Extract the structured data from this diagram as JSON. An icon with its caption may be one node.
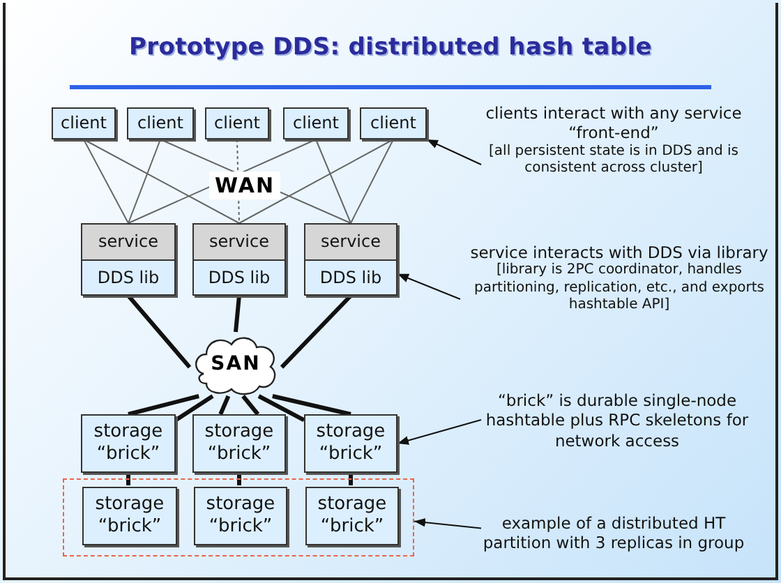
{
  "diagram": {
    "title": "Prototype DDS: distributed hash table",
    "nodes": [
      {
        "text": [
          "client"
        ]
      },
      {
        "text": [
          "client"
        ]
      },
      {
        "text": [
          "client"
        ]
      },
      {
        "text": [
          "client"
        ]
      },
      {
        "text": [
          "client"
        ]
      },
      {
        "text": [
          "service",
          "DDS lib"
        ]
      },
      {
        "text": [
          "service",
          "DDS lib"
        ]
      },
      {
        "text": [
          "service",
          "DDS lib"
        ]
      },
      {
        "text": [
          "SAN"
        ]
      },
      {
        "text": [
          "storage “brick”"
        ]
      },
      {
        "text": [
          "storage “brick”"
        ]
      },
      {
        "text": [
          "storage “brick”"
        ]
      },
      {
        "text": [],
        "shape": "box"
      },
      {
        "text": [
          "storage “brick”"
        ],
        "in": 12
      },
      {
        "text": [
          "storage “brick”"
        ],
        "in": 12
      },
      {
        "text": [
          "storage “brick”"
        ],
        "in": 12
      },
      {
        "text": [
          "clients interact with any service “front-end”",
          "[all persistent state is in DDS and is consistent across cluster]"
        ]
      },
      {
        "text": [
          "service interacts with DDS via library",
          "[library is 2PC coordinator, handles partitioning, replication, etc., and exports hashtable API]"
        ]
      },
      {
        "text": [
          "“brick” is durable single-node hashtable plus RPC skeletons for network access"
        ]
      },
      {
        "text": [
          "example of a distributed  HT partition with 3 replicas in group"
        ]
      }
    ],
    "edges": [
      {
        "from": 0,
        "to": 5,
        "arrow": "none",
        "color": "#666666"
      },
      {
        "from": 0,
        "to": 6,
        "arrow": "none",
        "color": "#666666"
      },
      {
        "from": 1,
        "to": 5,
        "arrow": "none",
        "color": "#666666"
      },
      {
        "from": 1,
        "to": 7,
        "arrow": "none",
        "color": "#666666"
      },
      {
        "from": 2,
        "to": 6,
        "arrow": "none",
        "style": "dashed",
        "color": "#666666"
      },
      {
        "from": 3,
        "to": 5,
        "arrow": "none",
        "color": "#666666"
      },
      {
        "from": 3,
        "to": 7,
        "arrow": "none",
        "color": "#666666"
      },
      {
        "from": 4,
        "to": 6,
        "arrow": "none",
        "color": "#666666"
      },
      {
        "from": 4,
        "to": 7,
        "arrow": "none",
        "color": "#666666"
      },
      {
        "from": 5,
        "to": 8,
        "arrow": "none",
        "style": "thick"
      },
      {
        "from": 6,
        "to": 8,
        "arrow": "none",
        "style": "thick"
      },
      {
        "from": 7,
        "to": 8,
        "arrow": "none",
        "style": "thick"
      },
      {
        "from": 8,
        "to": 9,
        "arrow": "none",
        "style": "thick"
      },
      {
        "from": 8,
        "to": 9,
        "arrow": "none",
        "style": "thick"
      },
      {
        "from": 8,
        "to": 10,
        "arrow": "none",
        "style": "thick"
      },
      {
        "from": 8,
        "to": 10,
        "arrow": "none",
        "style": "thick"
      },
      {
        "from": 8,
        "to": 11,
        "arrow": "none",
        "style": "thick"
      },
      {
        "from": 8,
        "to": 11,
        "arrow": "none",
        "style": "thick"
      },
      {
        "from": 9,
        "to": 13,
        "arrow": "none",
        "style": "thick"
      },
      {
        "from": 10,
        "to": 14,
        "arrow": "none",
        "style": "thick"
      },
      {
        "from": 11,
        "to": 15,
        "arrow": "none",
        "style": "thick"
      },
      {
        "from": 16,
        "to": 4,
        "arrow": "to"
      },
      {
        "from": 17,
        "to": 7,
        "arrow": "to"
      },
      {
        "from": 18,
        "to": 11,
        "arrow": "to"
      },
      {
        "from": 19,
        "to": 12,
        "arrow": "to"
      }
    ],
    "labels": [
      "WAN"
    ]
  }
}
